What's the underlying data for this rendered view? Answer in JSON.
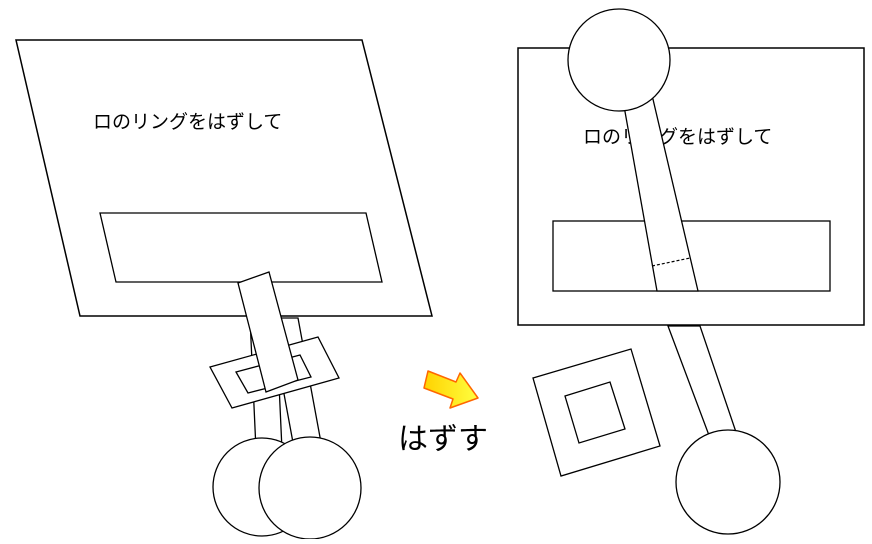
{
  "left_panel": {
    "instruction": "ロのリングをはずして"
  },
  "right_panel": {
    "instruction": "ロのリングをはずして"
  },
  "arrow": {
    "label": "はずす",
    "fill_color": "#ffff00",
    "outline_color": "#ff6600"
  }
}
